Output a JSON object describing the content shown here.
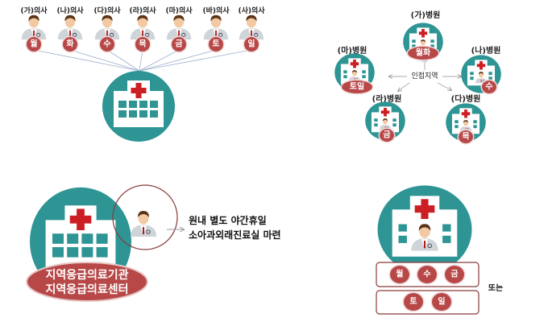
{
  "colors": {
    "teal": "#2e9494",
    "red": "#c0392b",
    "badge": "#b84848",
    "cross": "#cc1f24",
    "outline": "#8a3a3a"
  },
  "panel1": {
    "doctors": [
      {
        "label": "(가)의사",
        "day": "월"
      },
      {
        "label": "(나)의사",
        "day": "화"
      },
      {
        "label": "(다)의사",
        "day": "수"
      },
      {
        "label": "(라)의사",
        "day": "목"
      },
      {
        "label": "(마)의사",
        "day": "금"
      },
      {
        "label": "(바)의사",
        "day": "토"
      },
      {
        "label": "(사)의사",
        "day": "일"
      }
    ]
  },
  "panel2": {
    "center_label": "인접지역",
    "hospitals": [
      {
        "label": "(가)병원",
        "days": "월화"
      },
      {
        "label": "(마)병원",
        "days": "토일"
      },
      {
        "label": "(나)병원",
        "days": "수"
      },
      {
        "label": "(라)병원",
        "days": "금"
      },
      {
        "label": "(다)병원",
        "days": "목"
      }
    ]
  },
  "panel3": {
    "institution_line1": "지역응급의료기관",
    "institution_line2": "지역응급의료센터",
    "desc_line1": "원내 별도 야간휴일",
    "desc_line2": "소아과외래진료실 마련"
  },
  "panel4": {
    "row1_days": [
      "월",
      "수",
      "금"
    ],
    "row2_days": [
      "토",
      "일"
    ],
    "or_label": "또는"
  }
}
